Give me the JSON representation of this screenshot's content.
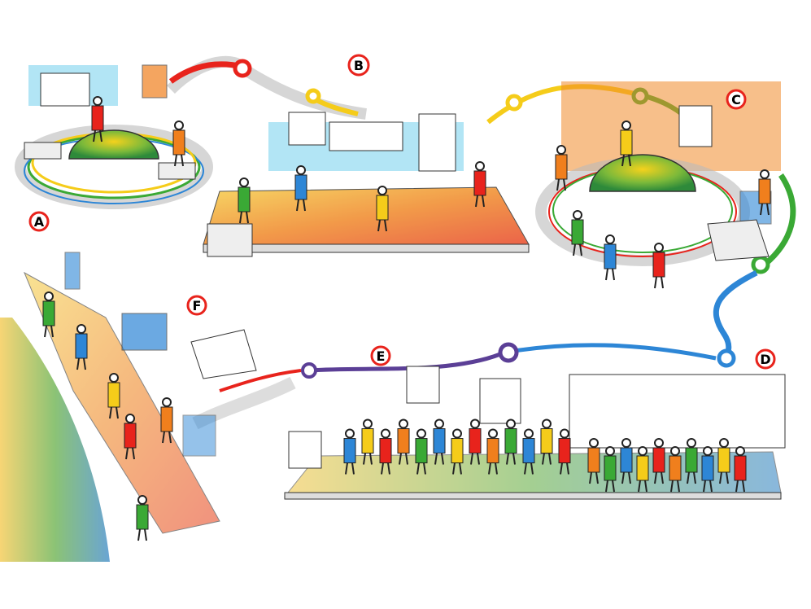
{
  "illustration": {
    "scene_labels": [
      "A",
      "B",
      "C",
      "D",
      "E",
      "F"
    ],
    "colors": {
      "red": "#e8231c",
      "yellow": "#f5cc1a",
      "green": "#3aa935",
      "blue": "#2d86d6",
      "purple": "#5b3f96",
      "gray": "#bdbdbd",
      "orange": "#f07f1d",
      "cyan": "#7fd3ee"
    }
  }
}
